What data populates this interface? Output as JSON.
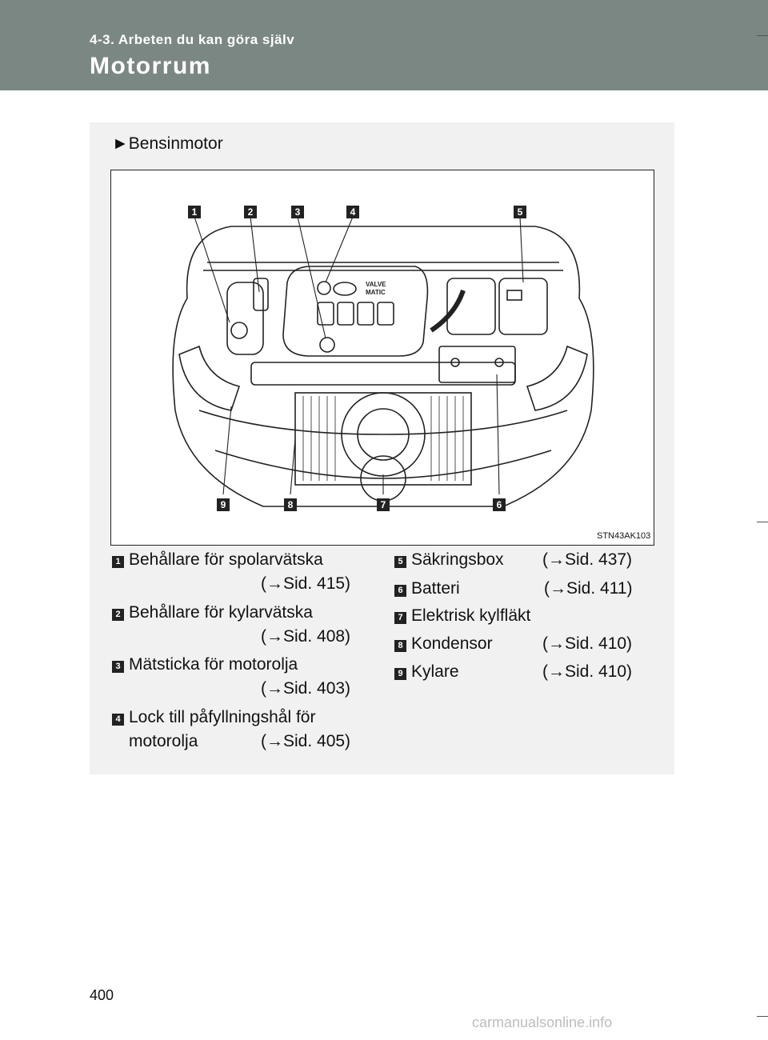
{
  "header": {
    "section": "4-3. Arbeten du kan göra själv",
    "title": "Motorrum"
  },
  "panel": {
    "subheading_marker": "►",
    "subheading": "Bensinmotor",
    "image_code": "STN43AK103",
    "emblem_text": [
      "VALVE",
      "MATIC"
    ],
    "callouts": [
      "1",
      "2",
      "3",
      "4",
      "5",
      "6",
      "7",
      "8",
      "9"
    ]
  },
  "legend": {
    "left": [
      {
        "num": "1",
        "label": "Behållare för spolarvätska",
        "ref": "(→Sid. 415)"
      },
      {
        "num": "2",
        "label": "Behållare för kylarvätska",
        "ref": "(→Sid. 408)"
      },
      {
        "num": "3",
        "label": "Mätsticka för motorolja",
        "ref": "(→Sid. 403)"
      },
      {
        "num": "4",
        "label": "Lock till påfyllningshål för",
        "label2": "motorolja",
        "ref": "(→Sid. 405)"
      }
    ],
    "right": [
      {
        "num": "5",
        "label": "Säkringsbox",
        "ref": "(→Sid. 437)"
      },
      {
        "num": "6",
        "label": "Batteri",
        "ref": "(→Sid. 411)"
      },
      {
        "num": "7",
        "label": "Elektrisk kylfläkt",
        "ref": ""
      },
      {
        "num": "8",
        "label": "Kondensor",
        "ref": "(→Sid. 410)"
      },
      {
        "num": "9",
        "label": "Kylare",
        "ref": "(→Sid. 410)"
      }
    ]
  },
  "footer": {
    "page_number": "400",
    "watermark": "carmanualsonline.info"
  }
}
